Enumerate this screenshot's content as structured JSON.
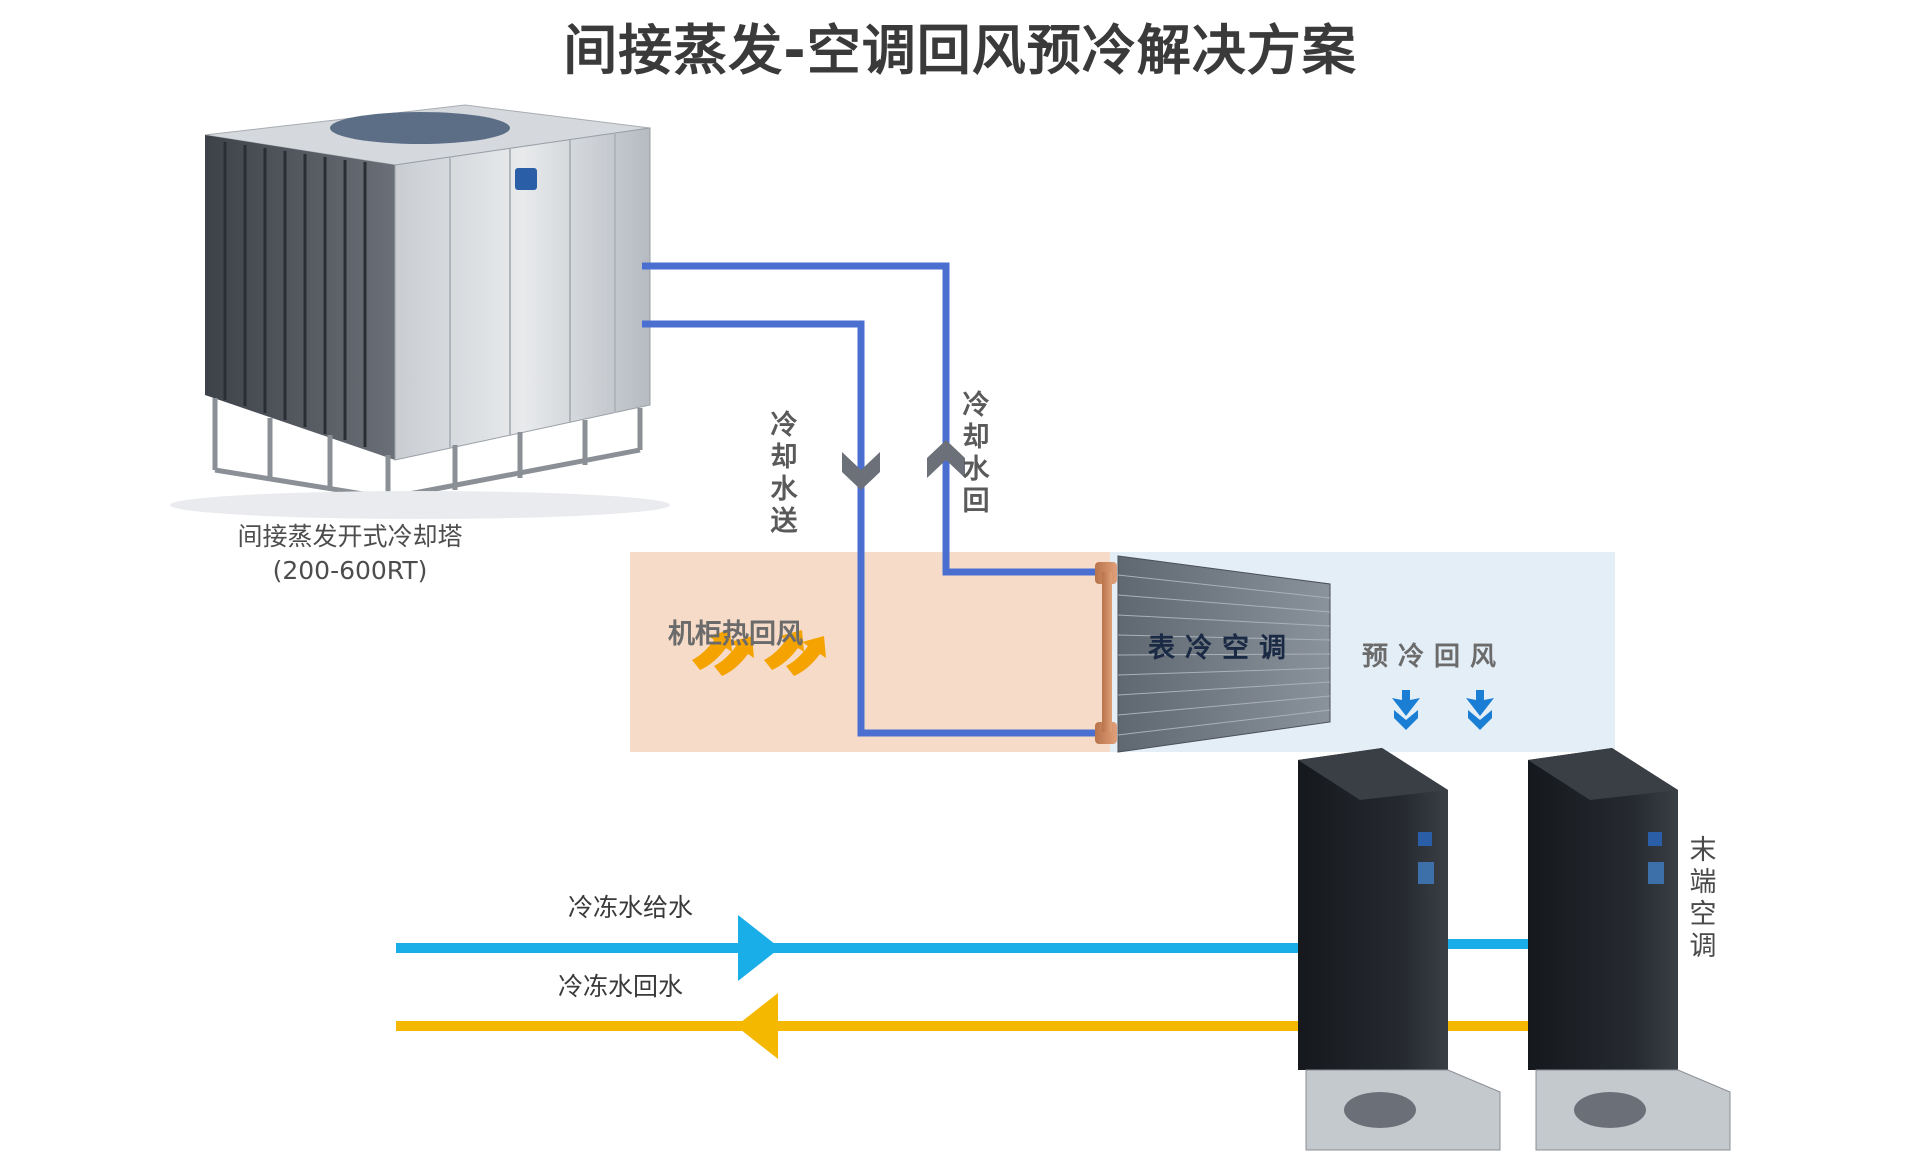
{
  "title": "间接蒸发-空调回风预冷解决方案",
  "cooling_tower": {
    "name": "间接蒸发开式冷却塔",
    "capacity": "(200-600RT)"
  },
  "cooling_water_supply": "冷却水送",
  "cooling_water_return": "冷却水回",
  "hot_return_air": "机柜热回风",
  "surface_cooling_coil": "表冷空调",
  "precooled_return_air": "预冷回风",
  "chilled_water_supply": "冷冻水给水",
  "chilled_water_return": "冷冻水回水",
  "terminal_ac": "末端空调",
  "colors": {
    "cooling_pipe": "#4a6fd1",
    "chilled_supply": "#1aaee8",
    "chilled_return": "#f5b800",
    "hot_zone": "#f6dcc8",
    "cool_zone": "#e3eef7",
    "air_arrow_hot": "#f5a300",
    "air_arrow_cool": "#1a7fd4"
  }
}
